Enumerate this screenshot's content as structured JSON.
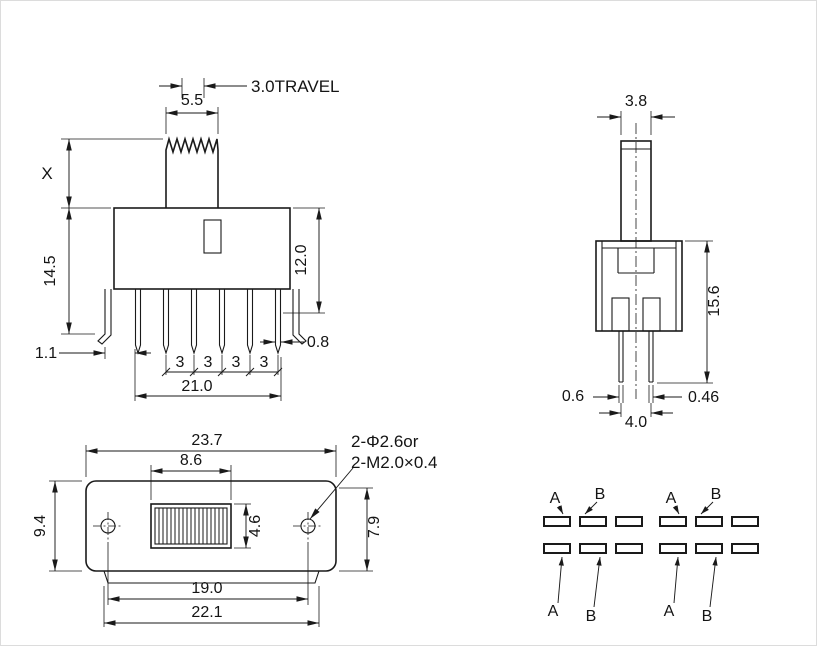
{
  "front_view": {
    "travel": "3.0TRAVEL",
    "knob_width": "5.5",
    "knob_height_label": "X",
    "body_to_pin_height": "14.5",
    "body_height": "12.0",
    "bracket_offset": "1.1",
    "pin_thickness": "0.8",
    "pin_pitches": [
      "3",
      "3",
      "3",
      "3"
    ],
    "pin_span": "21.0"
  },
  "side_view": {
    "knob_thickness": "3.8",
    "overall_height": "15.6",
    "pin_width_left": "0.6",
    "pin_width_right": "0.46",
    "pin_spacing": "4.0"
  },
  "top_view": {
    "overall_length": "23.7",
    "slot_length": "8.6",
    "body_width": "9.4",
    "slot_width": "4.6",
    "mount_width": "7.9",
    "hole_spacing": "19.0",
    "base_length": "22.1",
    "hole_note_line1": "2-Φ2.6or",
    "hole_note_line2": "2-M2.0×0.4"
  },
  "schematic": {
    "pos_a": "A",
    "pos_b": "B"
  }
}
